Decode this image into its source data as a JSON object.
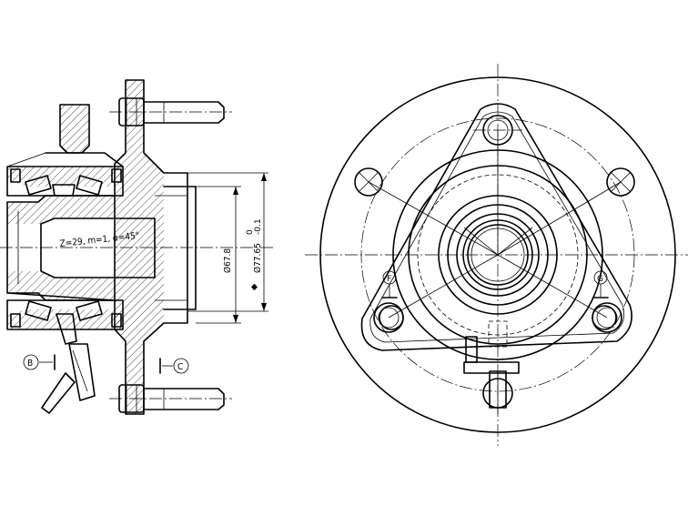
{
  "annotations": {
    "gear_spec": "Z=29, m=1, α=45°",
    "dia_inner": "Ø67.8",
    "dia_outer": "Ø77.65",
    "dia_outer_tol_upper": "0",
    "dia_outer_tol_lower": "-0.1",
    "diamond_marker": "◆"
  },
  "callouts": {
    "b": "B",
    "c": "C",
    "f": "F",
    "g": "G"
  },
  "icons": {
    "callout_marker": "circle-letter",
    "diamond": "diamond-icon"
  }
}
